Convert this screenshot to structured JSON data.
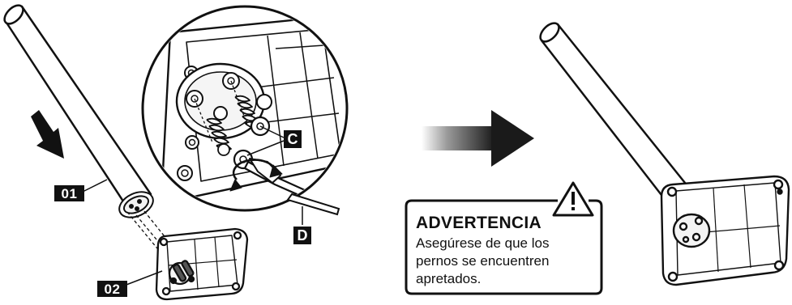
{
  "callouts": {
    "part_01": "01",
    "part_02": "02",
    "tool_c": "C",
    "tool_d": "D"
  },
  "warning": {
    "title": "ADVERTENCIA",
    "icon": "warning-triangle-icon",
    "lines": [
      "Asegúrese de que los",
      "pernos se encuentren",
      "apretados."
    ]
  },
  "colors": {
    "ink": "#111111",
    "arrow_dark": "#1a1a1a"
  }
}
